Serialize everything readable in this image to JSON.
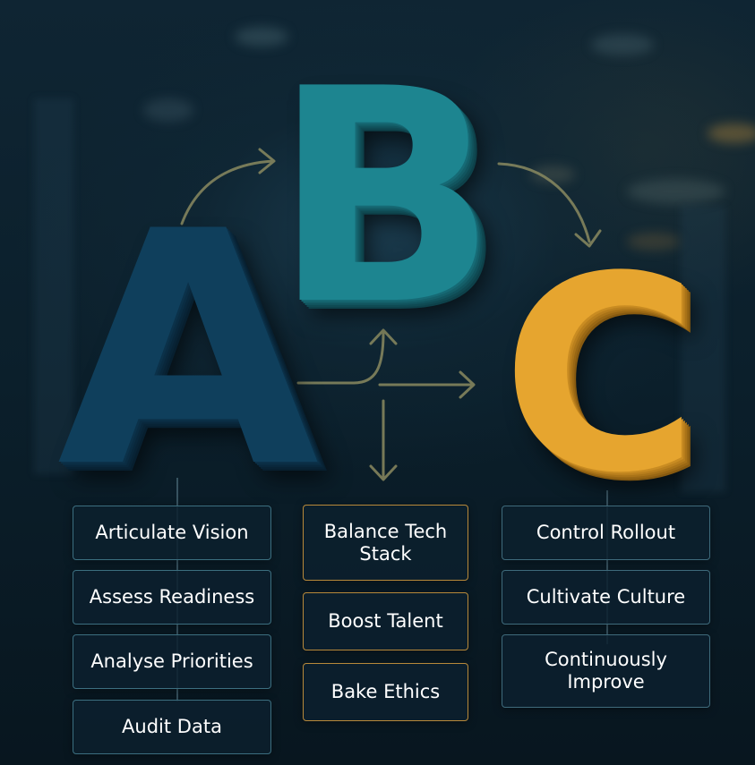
{
  "letters": {
    "a": "A",
    "b": "B",
    "c": "C"
  },
  "colors": {
    "a": "#0f3f5c",
    "b": "#1d8590",
    "c": "#e6a52f",
    "arrow": "#8a8a60",
    "background": "#0b1a26"
  },
  "column_a": {
    "items": [
      "Articulate Vision",
      "Assess Readiness",
      "Analyse Priorities",
      "Audit Data"
    ]
  },
  "column_b": {
    "items": [
      "Balance Tech\nStack",
      "Boost Talent",
      "Bake Ethics"
    ]
  },
  "column_c": {
    "items": [
      "Control Rollout",
      "Cultivate Culture",
      "Continuously\nImprove"
    ]
  }
}
